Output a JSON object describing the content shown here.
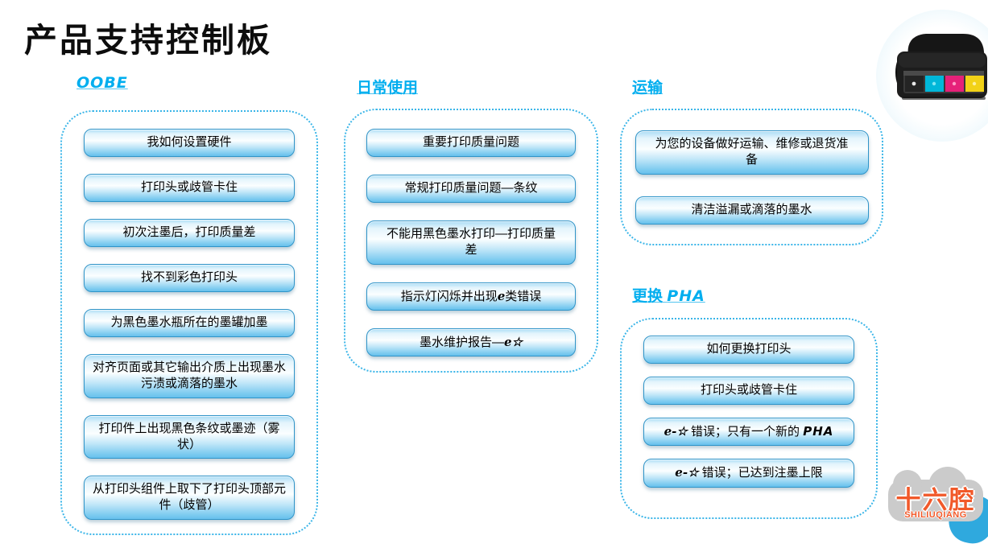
{
  "page": {
    "title": "产品支持控制板"
  },
  "colors": {
    "accent_blue": "#00aeef",
    "button_border": "#2f94c8",
    "button_fill_top": "#a9dcf5",
    "button_fill_bottom": "#67c0ec",
    "group_border": "#3ab5e8",
    "watermark_orange": "#f1592a",
    "ink_tank_colors": [
      "#1f1f1f",
      "#00b7d9",
      "#e62179",
      "#f2d217"
    ]
  },
  "hero_image": "ink-tank-printer-photo",
  "groups": [
    {
      "heading": {
        "en": "OOBE"
      },
      "buttons": [
        {
          "s1": "我如何设置硬件"
        },
        {
          "s1": "打印头或歧管卡住"
        },
        {
          "s1": "初次注墨后，打印质量差"
        },
        {
          "s1": "找不到彩色打印头"
        },
        {
          "s1": "为黑色墨水瓶所在的墨罐加墨"
        },
        {
          "s1": "对齐页面或其它输出介质上出现墨水污渍或滴落的墨水"
        },
        {
          "s1": "打印件上出现黑色条纹或墨迹（雾状）"
        },
        {
          "s1": "从打印头组件上取下了打印头顶部元件（歧管）"
        }
      ]
    },
    {
      "heading": {
        "cn": "日常使用"
      },
      "buttons": [
        {
          "s1": "重要打印质量问题"
        },
        {
          "s1": "常规打印质量问题—条纹"
        },
        {
          "s1": "不能用黑色墨水打印—打印质量差"
        },
        {
          "s1": "指示灯闪烁并出现",
          "s2": "e",
          "s3": "类错误"
        },
        {
          "s1": "墨水维护报告—",
          "s2": "e☆"
        }
      ]
    },
    {
      "heading": {
        "cn": "运输"
      },
      "buttons": [
        {
          "s1": "为您的设备做好运输、维修或退货准备"
        },
        {
          "s1": "清洁溢漏或滴落的墨水"
        }
      ]
    },
    {
      "heading": {
        "cn": "更换 ",
        "en": "PHA"
      },
      "buttons": [
        {
          "s1": "如何更换打印头"
        },
        {
          "s1": "打印头或歧管卡住"
        },
        {
          "s2": "e-☆",
          "s3": " 错误；只有一个新的 ",
          "s4": "PHA"
        },
        {
          "s2": "e-☆",
          "s3": " 错误；已达到注墨上限"
        }
      ]
    }
  ],
  "watermark": {
    "cn": "十六腔",
    "en": "SHILIUQIANG"
  }
}
